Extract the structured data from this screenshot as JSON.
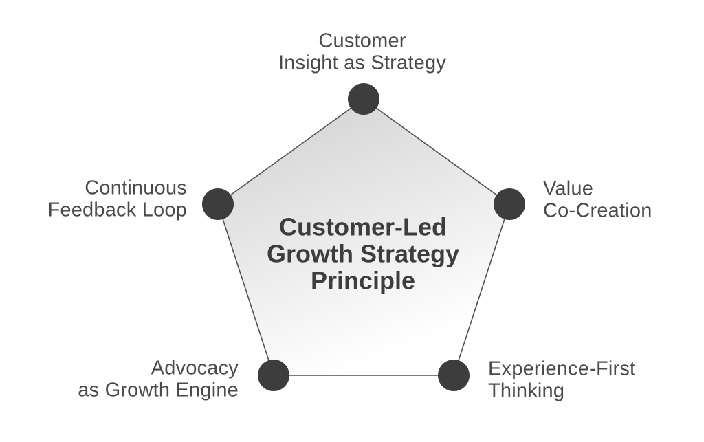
{
  "diagram": {
    "title": {
      "full_text": "Customer-Led Growth Strategy Principle",
      "lines": [
        "Customer-Led",
        "Growth Strategy",
        "Principle"
      ]
    },
    "shape": "pentagon",
    "nodes": [
      {
        "position": "top",
        "label": "Customer Insight as Strategy",
        "label_lines": [
          "Customer",
          "Insight as Strategy"
        ]
      },
      {
        "position": "right",
        "label": "Value Co-Creation",
        "label_lines": [
          "Value",
          "Co-Creation"
        ]
      },
      {
        "position": "bottom-right",
        "label": "Experience-First Thinking",
        "label_lines": [
          "Experience-First",
          "Thinking"
        ]
      },
      {
        "position": "bottom-left",
        "label": "Advocacy as Growth Engine",
        "label_lines": [
          "Advocacy",
          "as Growth Engine"
        ]
      },
      {
        "position": "left",
        "label": "Continuous Feedback Loop",
        "label_lines": [
          "Continuous",
          "Feedback Loop"
        ]
      }
    ],
    "colors": {
      "background": "#ffffff",
      "node_fill": "#3d3d3d",
      "pentagon_stroke": "#4f4f4f",
      "pentagon_fill_top": "#cfcfcf",
      "pentagon_fill_bottom": "#ffffff",
      "label_text": "#4a4a4a",
      "title_text": "#3d3d3d"
    }
  }
}
